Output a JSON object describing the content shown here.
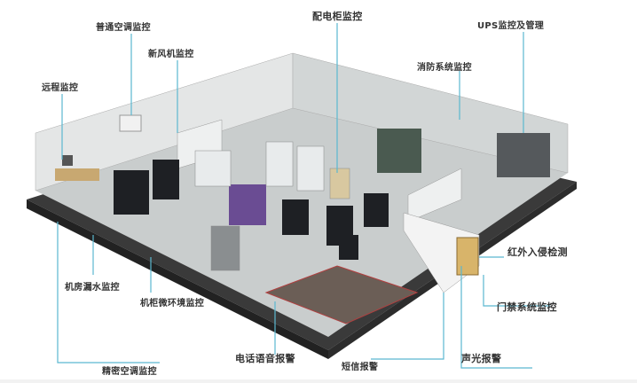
{
  "title": "机房监控系统示意图",
  "labels": {
    "normal_ac": "普通空调监控",
    "fresh_air": "新风机监控",
    "remote": "远程监控",
    "power_cabinet": "配电柜监控",
    "ups": "UPS监控及管理",
    "fire": "消防系统监控",
    "infrared": "红外入侵检测",
    "access": "门禁系统监控",
    "sound_light": "声光报警",
    "sms": "短信报警",
    "phone": "电话语音报警",
    "rack_env": "机柜微环境监控",
    "leak": "机房漏水监控",
    "precision_ac": "精密空调监控"
  },
  "colors": {
    "leader": "#5bb8d0",
    "floor": "#3a3a3a",
    "wall": "#d9dcdc",
    "rack": "#1e2024",
    "purple": "#6a4c93"
  }
}
